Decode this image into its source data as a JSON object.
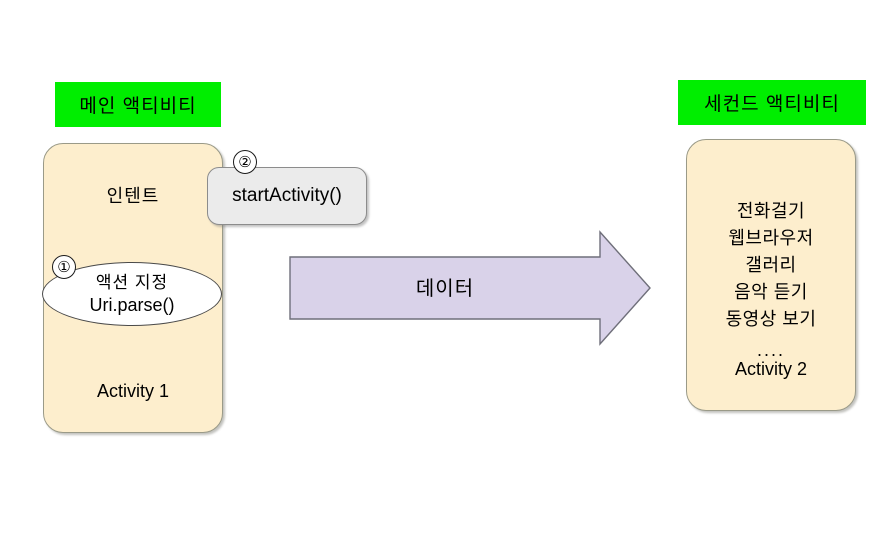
{
  "diagram": {
    "title": "Android Intent between activities",
    "colors": {
      "green_label": "#00ee00",
      "activity_fill": "#fdeecd",
      "activity_border": "#9a9a88",
      "callout_fill": "#ebebeb",
      "callout_border": "#8c8c8c",
      "arrow_fill": "#d9d2e9",
      "arrow_border": "#6f6f7a",
      "ellipse_fill": "#ffffff",
      "background": "#ffffff"
    }
  },
  "left": {
    "header_label": "메인 액티비티",
    "intent_label": "인텐트",
    "activity_name": "Activity 1",
    "step_one_marker": "①",
    "ellipse": {
      "line1": "액션 지정",
      "line2": "Uri.parse()"
    },
    "step_two_marker": "②",
    "callout_label": "startActivity()"
  },
  "arrow": {
    "label": "데이터"
  },
  "right": {
    "header_label": "세컨드 액티비티",
    "activity_name": "Activity 2",
    "items": [
      "전화걸기",
      "웹브라우저",
      "갤러리",
      "음악 듣기",
      "동영상 보기"
    ],
    "ellipsis": "...."
  }
}
